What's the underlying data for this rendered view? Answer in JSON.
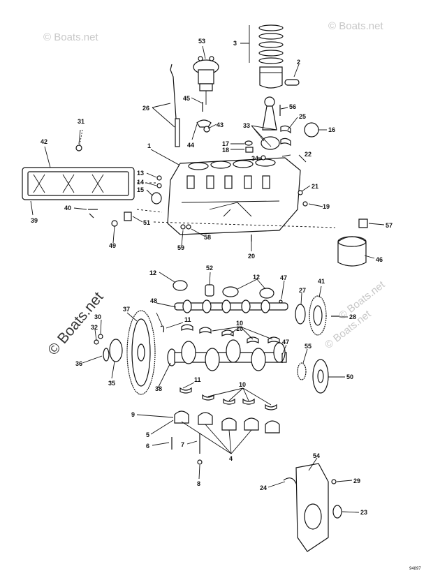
{
  "watermarks": [
    "© Boats.net",
    "© Boats.net",
    "© Boats.net",
    "© Boats.net",
    "© Boats.net"
  ],
  "diagram_code": "94897",
  "part_numbers": [
    "1",
    "2",
    "3",
    "4",
    "5",
    "6",
    "7",
    "8",
    "9",
    "10",
    "10",
    "10",
    "11",
    "11",
    "12",
    "12",
    "12",
    "13",
    "14",
    "15",
    "16",
    "17",
    "18",
    "19",
    "20",
    "21",
    "22",
    "23",
    "24",
    "25",
    "26",
    "27",
    "28",
    "29",
    "30",
    "31",
    "32",
    "33",
    "34",
    "35",
    "36",
    "37",
    "38",
    "39",
    "40",
    "41",
    "42",
    "43",
    "44",
    "45",
    "46",
    "47",
    "47",
    "48",
    "49",
    "50",
    "51",
    "52",
    "53",
    "54",
    "55",
    "56",
    "57",
    "58",
    "59"
  ]
}
